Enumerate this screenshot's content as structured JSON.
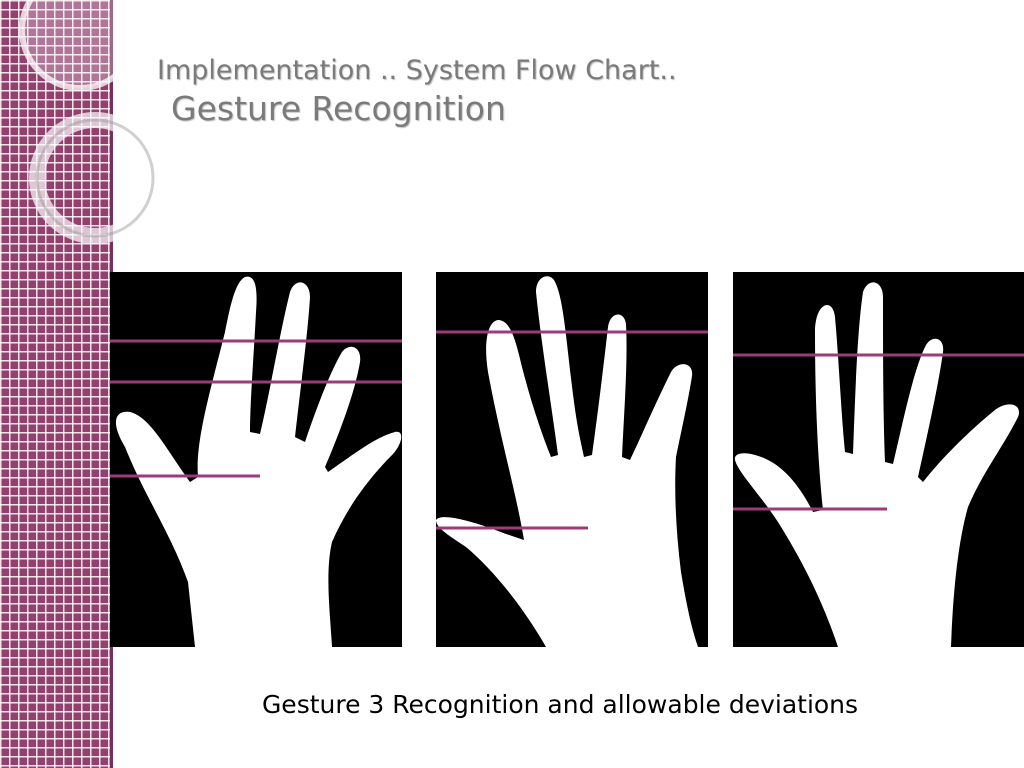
{
  "slide": {
    "title_line1": "Implementation .. System Flow Chart..",
    "title_line2": "Gesture Recognition",
    "caption": "Gesture 3 Recognition and allowable deviations"
  },
  "colors": {
    "sidebar": "#93406f",
    "guide_line": "#9b3b7a",
    "title_text": "#7a7a7a",
    "panel_background": "#000000",
    "hand": "#ffffff"
  },
  "images": [
    {
      "description_name": "open-hand-upright"
    },
    {
      "description_name": "open-hand-tilted"
    },
    {
      "description_name": "open-hand-spread"
    }
  ]
}
